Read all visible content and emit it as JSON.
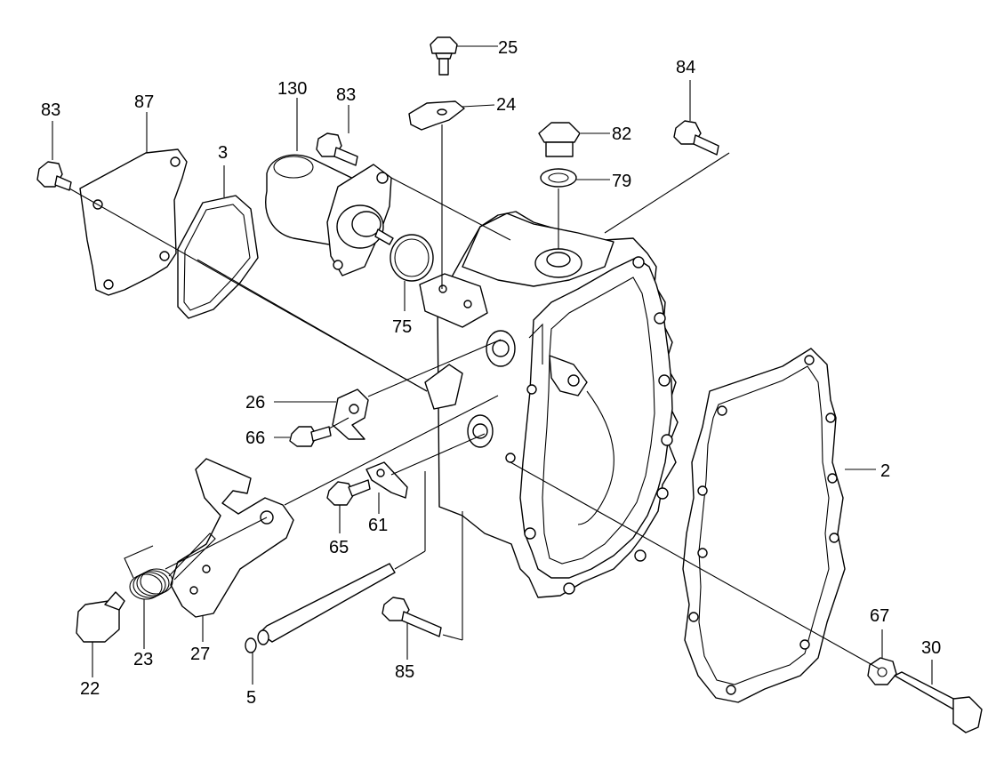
{
  "diagram": {
    "type": "exploded-parts-diagram",
    "callouts": [
      {
        "id": "c25",
        "text": "25"
      },
      {
        "id": "c24",
        "text": "24"
      },
      {
        "id": "c84",
        "text": "84"
      },
      {
        "id": "c82",
        "text": "82"
      },
      {
        "id": "c79",
        "text": "79"
      },
      {
        "id": "c83a",
        "text": "83"
      },
      {
        "id": "c87",
        "text": "87"
      },
      {
        "id": "c130",
        "text": "130"
      },
      {
        "id": "c83b",
        "text": "83"
      },
      {
        "id": "c3",
        "text": "3"
      },
      {
        "id": "c75",
        "text": "75"
      },
      {
        "id": "c26",
        "text": "26"
      },
      {
        "id": "c66",
        "text": "66"
      },
      {
        "id": "c2",
        "text": "2"
      },
      {
        "id": "c61",
        "text": "61"
      },
      {
        "id": "c65",
        "text": "65"
      },
      {
        "id": "c67",
        "text": "67"
      },
      {
        "id": "c30",
        "text": "30"
      },
      {
        "id": "c85",
        "text": "85"
      },
      {
        "id": "c22",
        "text": "22"
      },
      {
        "id": "c23",
        "text": "23"
      },
      {
        "id": "c27",
        "text": "27"
      },
      {
        "id": "c5",
        "text": "5"
      }
    ]
  }
}
